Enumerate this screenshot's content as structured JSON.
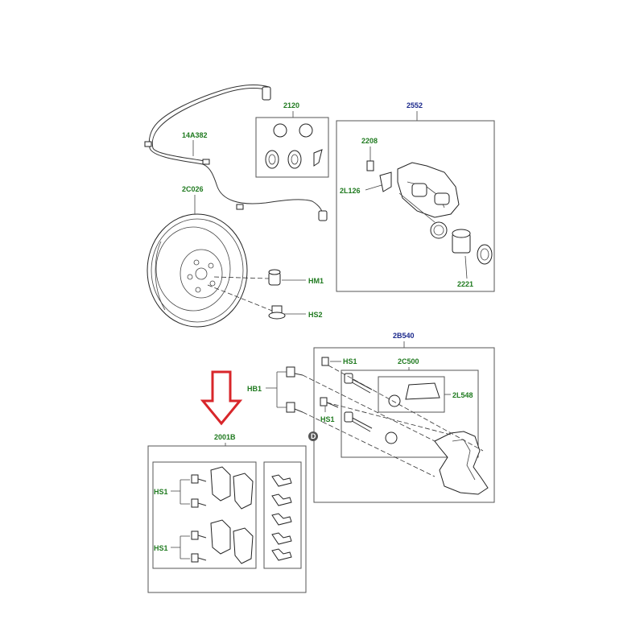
{
  "labels": {
    "sensor": "14A382",
    "disc": "2C026",
    "seal_kit": "2120",
    "caliper": "2552",
    "bleed": "2208",
    "bolt_caliper": "2L126",
    "piston": "2221",
    "hm1": "HM1",
    "hs2": "HS2",
    "carrier": "2B540",
    "hs1_top": "HS1",
    "slide_kit": "2C500",
    "hb1": "HB1",
    "grease": "2L548",
    "hs1_mid": "HS1",
    "d_marker": "D",
    "pad_kit": "2001B",
    "hs1_pads_a": "HS1",
    "hs1_pads_b": "HS1"
  },
  "colors": {
    "label_green": "#1f7a1f",
    "label_blue": "#1c2a8c",
    "arrow_red": "#d8262a"
  },
  "icons": {
    "highlight_arrow": "down-arrow-icon"
  }
}
